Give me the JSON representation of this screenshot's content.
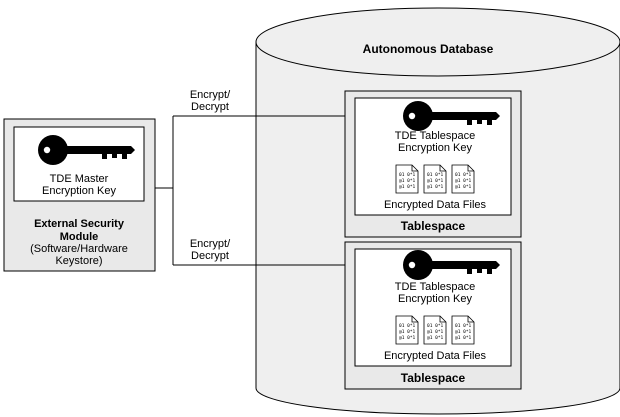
{
  "database": {
    "title": "Autonomous Database"
  },
  "external_module": {
    "key_line1": "TDE Master",
    "key_line2": "Encryption Key",
    "title_line1": "External Security",
    "title_line2": "Module",
    "sub_line1": "(Software/Hardware",
    "sub_line2": "Keystore)"
  },
  "arrows": [
    {
      "line1": "Encrypt/",
      "line2": "Decrypt"
    },
    {
      "line1": "Encrypt/",
      "line2": "Decrypt"
    }
  ],
  "tablespaces": [
    {
      "key_line1": "TDE Tablespace",
      "key_line2": "Encryption Key",
      "files_label": "Encrypted Data Files",
      "title": "Tablespace"
    },
    {
      "key_line1": "TDE Tablespace",
      "key_line2": "Encryption Key",
      "files_label": "Encrypted Data Files",
      "title": "Tablespace"
    }
  ],
  "file_glyph_lines": [
    "01 0*1",
    "@1 0*1",
    "@1 0*1"
  ],
  "icons": {
    "key": "key-icon",
    "file": "document-icon"
  }
}
